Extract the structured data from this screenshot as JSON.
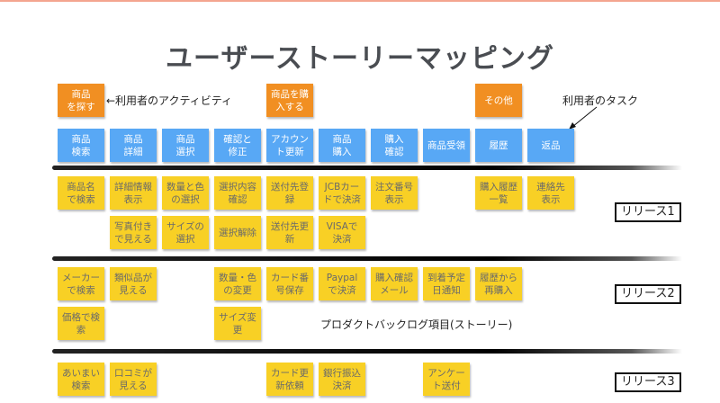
{
  "title": "ユーザーストーリーマッピング",
  "annotations": {
    "activity_label": "←利用者のアクティビティ",
    "task_label": "利用者のタスク",
    "backlog_label": "プロダクトバックログ項目(ストーリー)"
  },
  "activities": [
    {
      "label": "商品\nを探す",
      "col": 0
    },
    {
      "label": "商品を購\n入する",
      "col": 4
    },
    {
      "label": "その他",
      "col": 8
    }
  ],
  "tasks": [
    {
      "label": "商品\n検索"
    },
    {
      "label": "商品\n詳細"
    },
    {
      "label": "商品\n選択"
    },
    {
      "label": "確認と\n修正"
    },
    {
      "label": "アカウン\nト更新"
    },
    {
      "label": "商品\n購入"
    },
    {
      "label": "購入\n確認"
    },
    {
      "label": "商品受領"
    },
    {
      "label": "履歴"
    },
    {
      "label": "返品"
    }
  ],
  "releases": [
    {
      "label": "リリース1",
      "stories": [
        {
          "label": "商品名\nで検索",
          "col": 0,
          "row": 0
        },
        {
          "label": "詳細情報\n表示",
          "col": 1,
          "row": 0
        },
        {
          "label": "数量と色\nの選択",
          "col": 2,
          "row": 0
        },
        {
          "label": "選択内容\n確認",
          "col": 3,
          "row": 0
        },
        {
          "label": "送付先登\n録",
          "col": 4,
          "row": 0
        },
        {
          "label": "JCBカー\nドで決済",
          "col": 5,
          "row": 0
        },
        {
          "label": "注文番号\n表示",
          "col": 6,
          "row": 0
        },
        {
          "label": "購入履歴\n一覧",
          "col": 8,
          "row": 0
        },
        {
          "label": "連絡先\n表示",
          "col": 9,
          "row": 0
        },
        {
          "label": "写真付き\nで見える",
          "col": 1,
          "row": 1
        },
        {
          "label": "サイズの\n選択",
          "col": 2,
          "row": 1
        },
        {
          "label": "選択解除",
          "col": 3,
          "row": 1
        },
        {
          "label": "送付先更\n新",
          "col": 4,
          "row": 1
        },
        {
          "label": "VISAで\n決済",
          "col": 5,
          "row": 1
        }
      ]
    },
    {
      "label": "リリース2",
      "stories": [
        {
          "label": "メーカー\nで検索",
          "col": 0,
          "row": 0
        },
        {
          "label": "類似品が\n見える",
          "col": 1,
          "row": 0
        },
        {
          "label": "数量・色\nの変更",
          "col": 3,
          "row": 0
        },
        {
          "label": "カード番\n号保存",
          "col": 4,
          "row": 0
        },
        {
          "label": "Paypal\nで決済",
          "col": 5,
          "row": 0
        },
        {
          "label": "購入確認\nメール",
          "col": 6,
          "row": 0
        },
        {
          "label": "到着予定\n日通知",
          "col": 7,
          "row": 0
        },
        {
          "label": "履歴から\n再購入",
          "col": 8,
          "row": 0
        },
        {
          "label": "価格で検\n索",
          "col": 0,
          "row": 1
        },
        {
          "label": "サイズ変\n更",
          "col": 3,
          "row": 1
        }
      ]
    },
    {
      "label": "リリース3",
      "stories": [
        {
          "label": "あいまい\n検索",
          "col": 0,
          "row": 0
        },
        {
          "label": "口コミが\n見える",
          "col": 1,
          "row": 0
        },
        {
          "label": "カード更\n新依頼",
          "col": 4,
          "row": 0
        },
        {
          "label": "銀行振込\n決済",
          "col": 5,
          "row": 0
        },
        {
          "label": "アンケー\nト送付",
          "col": 7,
          "row": 0
        }
      ]
    }
  ],
  "colors": {
    "activity": "#f18f22",
    "task": "#58a8f5",
    "story": "#f8d025",
    "title": "#4a4d52"
  }
}
